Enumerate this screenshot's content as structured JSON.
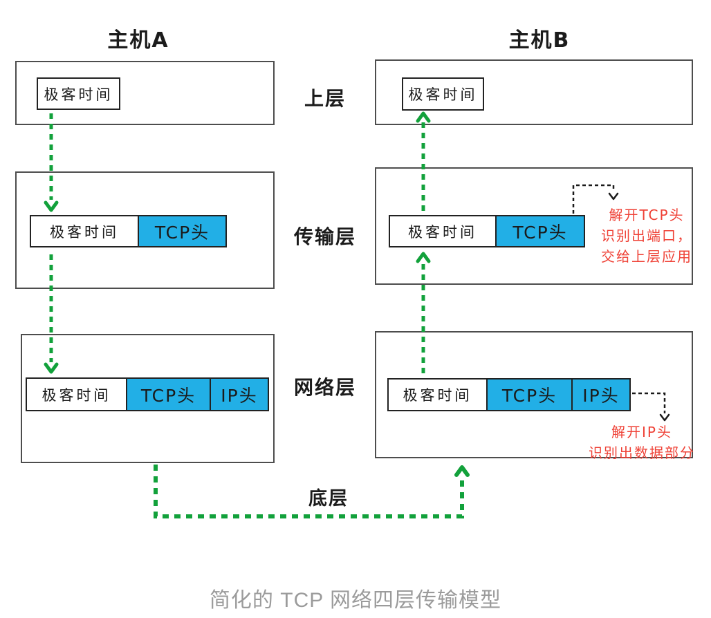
{
  "diagram": {
    "host_a_title": "主机A",
    "host_b_title": "主机B",
    "payload_label": "极客时间",
    "tcp_header_label": "TCP头",
    "ip_header_label": "IP头",
    "layer_labels": {
      "upper": "上层",
      "transport": "传输层",
      "network": "网络层",
      "bottom": "底层"
    },
    "annotations": {
      "tcp_unpack": [
        "解开TCP头",
        "识别出端口，",
        "交给上层应用"
      ],
      "ip_unpack": [
        "解开IP头",
        "识别出数据部分"
      ]
    },
    "caption": "简化的 TCP 网络四层传输模型",
    "colors": {
      "header_blue": "#22AFE6",
      "arrow_green": "#12A13B",
      "annotation_red": "#EF4136",
      "box_border_gray": "#4d4d4d",
      "caption_gray": "#9B9B9B"
    }
  }
}
